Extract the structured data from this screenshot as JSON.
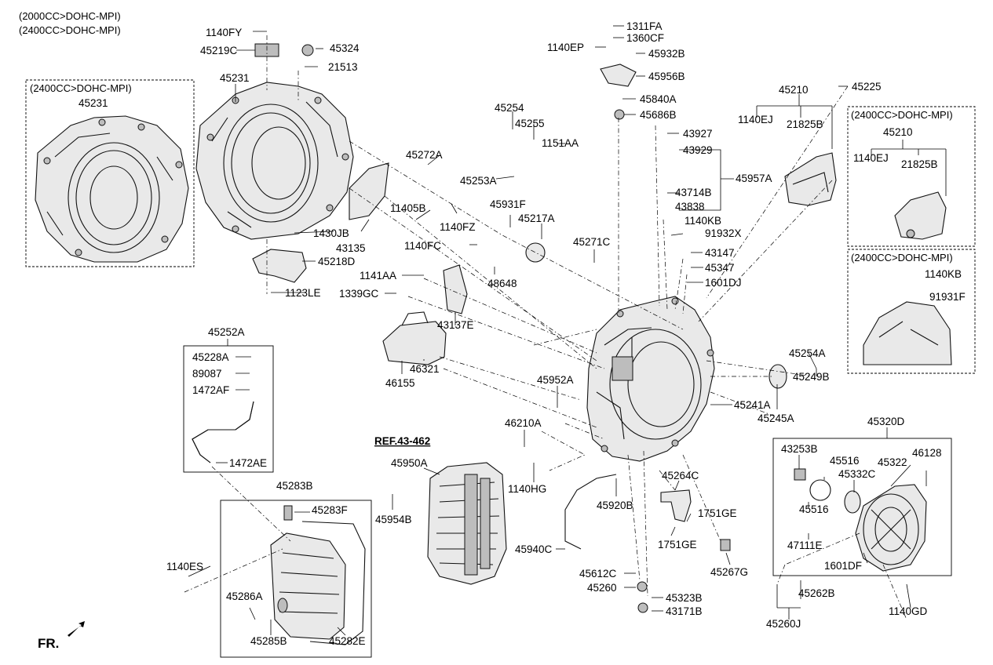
{
  "engine_notes": [
    "(2000CC>DOHC-MPI)",
    "(2400CC>DOHC-MPI)"
  ],
  "insets": {
    "case_2400": "(2400CC>DOHC-MPI)",
    "bracket_2400": "(2400CC>DOHC-MPI)",
    "bracket_2400_lower": "(2400CC>DOHC-MPI)"
  },
  "ref_label": "REF.43-462",
  "front_label": "FR.",
  "part_labels": {
    "p1140FY": "1140FY",
    "p45324": "45324",
    "p45219C": "45219C",
    "p21513": "21513",
    "p45231_inset": "45231",
    "p45231": "45231",
    "p1311FA": "1311FA",
    "p1360CF": "1360CF",
    "p1140EP": "1140EP",
    "p45932B": "45932B",
    "p45956B": "45956B",
    "p45840A": "45840A",
    "p45686B": "45686B",
    "p45225": "45225",
    "p45210": "45210",
    "p1140EJ": "1140EJ",
    "p21825B": "21825B",
    "p45210_inset": "45210",
    "p1140EJ_inset": "1140EJ",
    "p21825B_inset": "21825B",
    "p1140KB_inset": "1140KB",
    "p91931F": "91931F",
    "p45254": "45254",
    "p45255": "45255",
    "p1151AA": "1151AA",
    "p45272A": "45272A",
    "p45253A": "45253A",
    "p43927": "43927",
    "p43929": "43929",
    "p45957A": "45957A",
    "p43714B": "43714B",
    "p43838": "43838",
    "p11405B": "11405B",
    "p1140FZ": "1140FZ",
    "p45931F": "45931F",
    "p45217A": "45217A",
    "p1140KB": "1140KB",
    "p91932X": "91932X",
    "p43135": "43135",
    "p1430JB": "1430JB",
    "p1140FC": "1140FC",
    "p45271C": "45271C",
    "p43147": "43147",
    "p45347": "45347",
    "p1601DJ": "1601DJ",
    "p45218D": "45218D",
    "p1141AA": "1141AA",
    "p48648": "48648",
    "p1123LE": "1123LE",
    "p1339GC": "1339GC",
    "p43137E": "43137E",
    "p45252A": "45252A",
    "p45228A": "45228A",
    "p89087": "89087",
    "p1472AF": "1472AF",
    "p1472AE": "1472AE",
    "p46321": "46321",
    "p46155": "46155",
    "p45254A": "45254A",
    "p45952A": "45952A",
    "p45249B": "45249B",
    "p45241A": "45241A",
    "p45245A": "45245A",
    "p46210A": "46210A",
    "p45320D": "45320D",
    "p43253B": "43253B",
    "p45516_a": "45516",
    "p45322": "45322",
    "p46128": "46128",
    "p45332C": "45332C",
    "p45516_b": "45516",
    "p47111E": "47111E",
    "p1601DF": "1601DF",
    "p45950A": "45950A",
    "p45283B": "45283B",
    "p45283F": "45283F",
    "p45954B": "45954B",
    "p1140HG": "1140HG",
    "p45920B": "45920B",
    "p45264C": "45264C",
    "p1751GE_a": "1751GE",
    "p1751GE_b": "1751GE",
    "p45267G": "45267G",
    "p45940C": "45940C",
    "p1140ES": "1140ES",
    "p45612C": "45612C",
    "p45260": "45260",
    "p45323B": "45323B",
    "p45262B": "45262B",
    "p43171B": "43171B",
    "p45286A": "45286A",
    "p45285B": "45285B",
    "p45282E": "45282E",
    "p45260J": "45260J",
    "p1140GD": "1140GD"
  }
}
